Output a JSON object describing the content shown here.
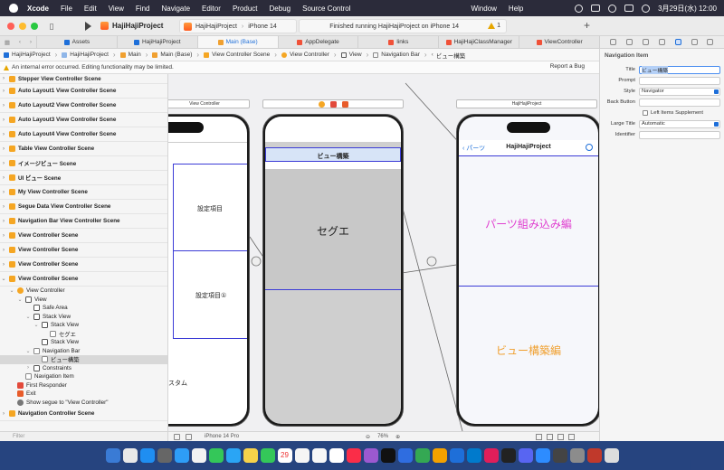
{
  "menubar": {
    "app": "Xcode",
    "items": [
      "File",
      "Edit",
      "View",
      "Find",
      "Navigate",
      "Editor",
      "Product",
      "Debug",
      "Source Control",
      "Window",
      "Help"
    ],
    "clock": "3月29日(水) 12:00"
  },
  "toolbar": {
    "project": "HajiHajiProject",
    "scheme": "HajiHajiProject",
    "device": "iPhone 14",
    "status": "Finished running HajiHajiProject on iPhone 14",
    "warning_count": "1",
    "add": "+"
  },
  "tabs": [
    {
      "label": "Assets",
      "icon": "assets"
    },
    {
      "label": "HajiHajiProject",
      "icon": "project"
    },
    {
      "label": "Main (Base)",
      "icon": "xib",
      "active": true
    },
    {
      "label": "AppDelegate",
      "icon": "swift"
    },
    {
      "label": "links",
      "icon": "swift"
    },
    {
      "label": "HajiHajiClassManager",
      "icon": "swift"
    },
    {
      "label": "ViewController",
      "icon": "swift"
    }
  ],
  "breadcrumb": [
    "HajiHajiProject",
    "HajiHajiProject",
    "Main",
    "Main (Base)",
    "View Controller Scene",
    "View Controller",
    "View",
    "Navigation Bar",
    "ビュー構築"
  ],
  "errorbar": {
    "message": "An internal error occurred. Editing functionality may be limited.",
    "report": "Report a Bug"
  },
  "outline": {
    "scenes": [
      "Stepper View Controller Scene",
      "Auto Layout1 View Controller Scene",
      "Auto Layout2 View Controller Scene",
      "Auto Layout3 View Controller Scene",
      "Auto Layout4 View Controller Scene",
      "Table View Controller Scene",
      "イメージビュー Scene",
      "UI ビュー Scene",
      "My View Controller Scene",
      "Segue Data View Controller Scene",
      "Navigation Bar View Controller Scene",
      "View Controller Scene",
      "View Controller Scene",
      "View Controller Scene",
      "View Controller Scene"
    ],
    "tree": [
      {
        "label": "View Controller",
        "indent": 1,
        "icon": "vc",
        "disc": "⌄"
      },
      {
        "label": "View",
        "indent": 2,
        "icon": "view",
        "disc": "⌄"
      },
      {
        "label": "Safe Area",
        "indent": 3,
        "icon": "view",
        "disc": ""
      },
      {
        "label": "Stack View",
        "indent": 3,
        "icon": "view",
        "disc": "⌄"
      },
      {
        "label": "Stack View",
        "indent": 4,
        "icon": "view",
        "disc": "⌄"
      },
      {
        "label": "セグエ",
        "indent": 5,
        "icon": "label",
        "disc": ""
      },
      {
        "label": "Stack View",
        "indent": 4,
        "icon": "view",
        "disc": ""
      },
      {
        "label": "Navigation Bar",
        "indent": 3,
        "icon": "nav",
        "disc": "⌄"
      },
      {
        "label": "ビュー構築",
        "indent": 4,
        "icon": "nav",
        "disc": "",
        "selected": true
      },
      {
        "label": "Constraints",
        "indent": 3,
        "icon": "view",
        "disc": "›"
      },
      {
        "label": "Navigation Item",
        "indent": 2,
        "icon": "nav",
        "disc": ""
      },
      {
        "label": "First Responder",
        "indent": 1,
        "icon": "red",
        "disc": ""
      },
      {
        "label": "Exit",
        "indent": 1,
        "icon": "exit",
        "disc": ""
      },
      {
        "label": "Show segue to \"View Controller\"",
        "indent": 1,
        "icon": "segue",
        "disc": ""
      }
    ],
    "last_scene": "Navigation Controller Scene",
    "filter_placeholder": "Filter"
  },
  "canvas": {
    "left_scene_label": "View Controller",
    "right_scene_label": "HajiHajiProject",
    "left_cells": [
      "設定項目",
      "設定項目①",
      "カスタム"
    ],
    "middle_nav_title": "ビュー構築",
    "middle_label": "セグエ",
    "right_back": "パーツ",
    "right_title": "HajiHajiProject",
    "right_top_text": "パーツ組み込み編",
    "right_bottom_text": "ビュー構築編",
    "device": "iPhone 14 Pro",
    "zoom": "76%",
    "colors": {
      "selection_blue": "#3b3bd6",
      "magenta": "#e040d0",
      "orange": "#f0a030",
      "nav_bar_blue": "#d7e4f7"
    }
  },
  "inspector": {
    "title": "Navigation Item",
    "fields": [
      {
        "label": "Title",
        "value": "ビュー構築",
        "kind": "text-focus"
      },
      {
        "label": "Prompt",
        "value": "",
        "kind": "text"
      },
      {
        "label": "Style",
        "value": "Navigator",
        "kind": "select"
      },
      {
        "label": "Back Button",
        "value": "",
        "kind": "text"
      },
      {
        "label": "",
        "value": "Left Items Supplement",
        "kind": "checkbox"
      },
      {
        "label": "Large Title",
        "value": "Automatic",
        "kind": "select"
      },
      {
        "label": "Identifier",
        "value": "",
        "kind": "text"
      }
    ]
  },
  "dock": {
    "calendar_day": "29"
  }
}
